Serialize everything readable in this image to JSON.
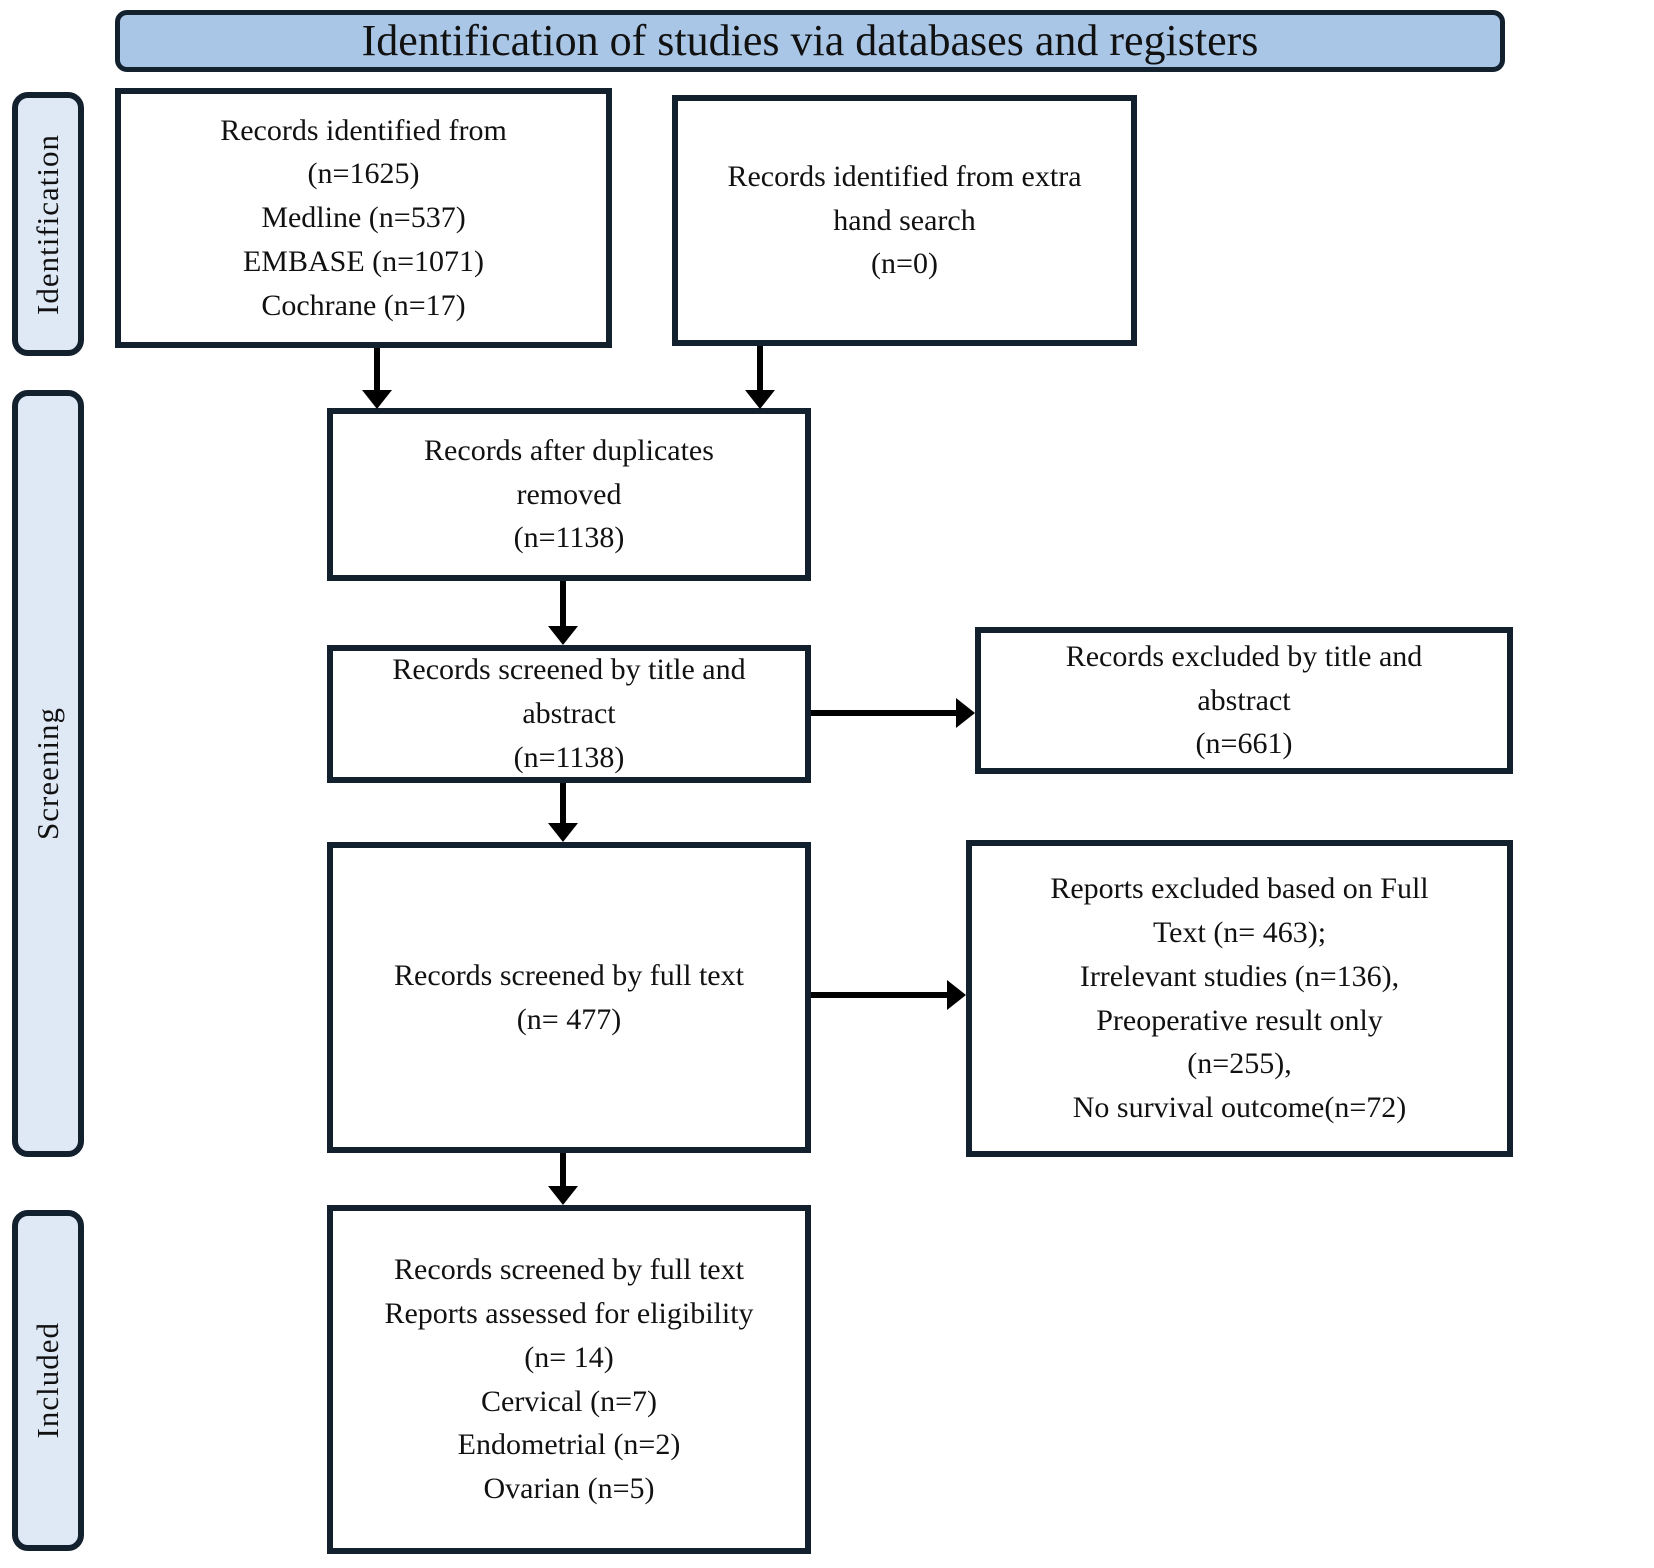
{
  "title_bar": {
    "label": "Identification of studies via databases and registers"
  },
  "stage_labels": {
    "identification": "Identification",
    "screening": "Screening",
    "included": "Included"
  },
  "boxes": {
    "records_identified_databases": "Records identified from\n(n=1625)\nMedline (n=537)\nEMBASE (n=1071)\nCochrane (n=17)",
    "records_identified_hand_search": "Records identified from extra\nhand search\n(n=0)",
    "records_after_duplicates": "Records after duplicates\nremoved\n(n=1138)",
    "records_screened_title_abstract": "Records screened by title and\nabstract\n(n=1138)",
    "records_excluded_title_abstract": "Records excluded by title and\nabstract\n(n=661)",
    "records_screened_full_text": "Records screened by full text\n(n= 477)",
    "reports_excluded_full_text": "Reports excluded based on Full\nText (n= 463);\nIrrelevant studies (n=136),\nPreoperative result only\n(n=255),\nNo survival outcome(n=72)",
    "records_included_eligibility": "Records screened by full text\nReports assessed for eligibility\n(n= 14)\nCervical (n=7)\nEndometrial (n=2)\nOvarian (n=5)"
  },
  "colors": {
    "title_fill": "#a9c6e6",
    "stage_fill": "#dfe9f6",
    "border": "#13202e",
    "box_fill": "#ffffff",
    "arrow": "#000000"
  }
}
